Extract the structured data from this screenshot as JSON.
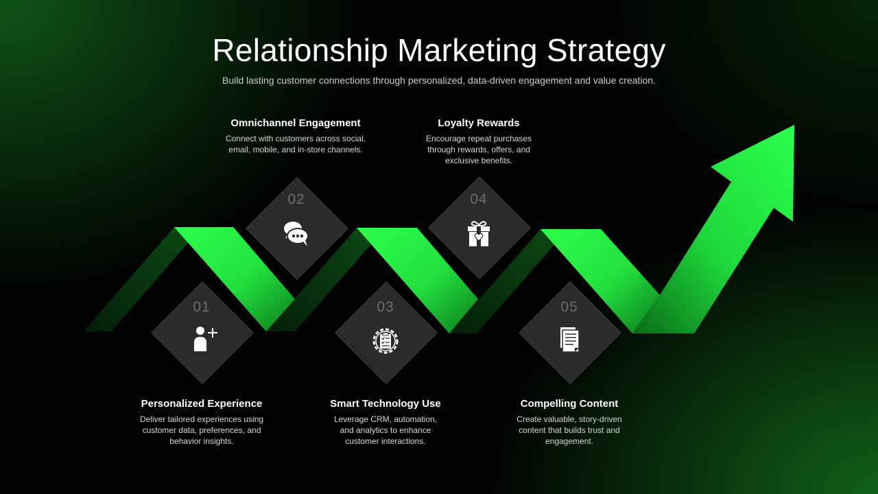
{
  "header": {
    "title": "Relationship Marketing Strategy",
    "subtitle": "Build lasting customer connections through personalized, data-driven engagement and value creation."
  },
  "colors": {
    "accent": "#29ff4a",
    "ribbon_dark": "#0a3d10",
    "diamond": "#2b2b2b",
    "background": "#020402"
  },
  "steps": [
    {
      "number": "01",
      "icon": "add-user-icon",
      "title": "Personalized Experience",
      "description_lines": [
        "Deliver tailored experiences using",
        "customer data, preferences, and",
        "behavior insights."
      ]
    },
    {
      "number": "02",
      "icon": "chat-bubbles-icon",
      "title": "Omnichannel Engagement",
      "description_lines": [
        "Connect with customers across social,",
        "email, mobile, and in-store channels."
      ]
    },
    {
      "number": "03",
      "icon": "gear-clipboard-icon",
      "title": "Smart Technology Use",
      "description_lines": [
        "Leverage CRM, automation,",
        "and analytics to enhance",
        "customer interactions."
      ]
    },
    {
      "number": "04",
      "icon": "gift-box-icon",
      "title": "Loyalty Rewards",
      "description_lines": [
        "Encourage repeat purchases",
        "through rewards, offers, and",
        "exclusive benefits."
      ]
    },
    {
      "number": "05",
      "icon": "documents-icon",
      "title": "Compelling Content",
      "description_lines": [
        "Create valuable, story-driven",
        "content that builds trust and",
        "engagement."
      ]
    }
  ]
}
